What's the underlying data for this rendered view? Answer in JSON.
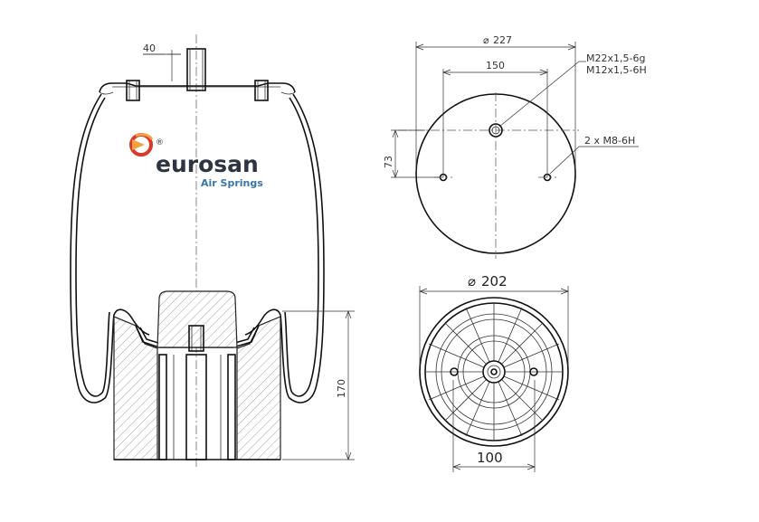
{
  "brand": {
    "name": "eurosan",
    "subtitle": "Air Springs",
    "registered_mark": "®",
    "colors": {
      "logo_red": "#d9382b",
      "logo_orange": "#f2a13b",
      "text_dark": "#2c3540",
      "text_blue": "#3a76a8"
    }
  },
  "side_view": {
    "dim_stud_height": "40",
    "dim_piston_height": "170"
  },
  "top_view": {
    "dim_outer_diameter": "227",
    "dim_bolt_spacing": "150",
    "dim_offset": "73",
    "thread_center_1": "M22x1,5-6g",
    "thread_center_2": "M12x1,5-6H",
    "thread_bolts": "2 x M8-6H"
  },
  "bottom_view": {
    "dim_piston_diameter": "202",
    "dim_base": "100"
  },
  "diameter_symbol": "⌀"
}
